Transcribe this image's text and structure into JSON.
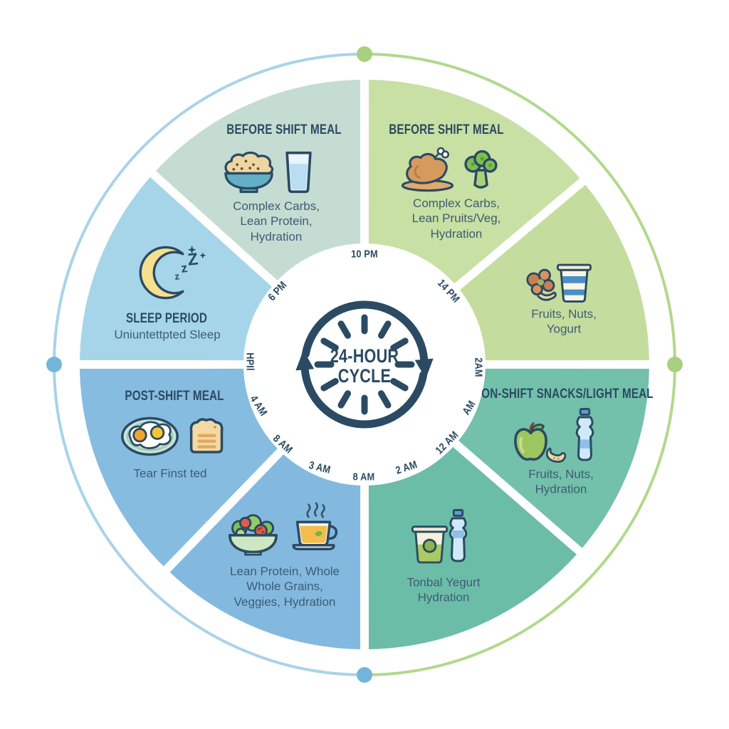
{
  "title_center": {
    "line1": "24-HOUR",
    "line2": "CYCLE"
  },
  "colors": {
    "navy": "#2b4a63",
    "body_text": "#3e5b74",
    "ring_left": "#a9d3e8",
    "ring_right": "#b3d88c",
    "dot_green": "#a7d17f",
    "dot_blue": "#74b5dc"
  },
  "center_icon": "clock-cycle-arrows-icon",
  "time_labels": [
    {
      "text": "10 PM"
    },
    {
      "text": "14 PM"
    },
    {
      "text": "2AM"
    },
    {
      "text": "AM"
    },
    {
      "text": "12 AM"
    },
    {
      "text": "2 AM"
    },
    {
      "text": "8 AM"
    },
    {
      "text": "3 AM"
    },
    {
      "text": "8 AM"
    },
    {
      "text": "4 AM"
    },
    {
      "text": "HPIl"
    },
    {
      "text": "6 PM"
    }
  ],
  "segments": [
    {
      "id": "before-shift-meal-left",
      "title": "BEFORE SHIFT MEAL",
      "description": [
        "Complex Carbs,",
        "Lean Protein,",
        "Hydration"
      ],
      "icons": [
        "oatmeal-bowl-icon",
        "water-glass-icon"
      ],
      "color": "#c5dcd2"
    },
    {
      "id": "before-shift-meal-right",
      "title": "BEFORE SHIFT MEAL",
      "description": [
        "Complex Carbs,",
        "Lean Pruits/Veg,",
        "Hydration"
      ],
      "icons": [
        "roast-turkey-icon",
        "broccoli-icon"
      ],
      "color": "#c8e0a4"
    },
    {
      "id": "snack-fruits-nuts-yogurt",
      "title": "",
      "description": [
        "Fruits, Nuts,",
        "Yogurt"
      ],
      "icons": [
        "nuts-icon",
        "striped-yogurt-icon"
      ],
      "color": "#c4dd9e"
    },
    {
      "id": "on-shift-snacks",
      "title": "ON-SHIFT SNACKS/LIGHT MEAL",
      "description": [
        "Fruits, Nuts,",
        "Hydration"
      ],
      "icons": [
        "apple-icon",
        "cashew-icon",
        "water-bottle-icon"
      ],
      "color": "#73c0ab"
    },
    {
      "id": "snack-yogurt-hydration",
      "title": "",
      "description": [
        "Tonbal Yegurt",
        "Hydration"
      ],
      "icons": [
        "yogurt-cup-icon",
        "water-bottle-icon"
      ],
      "color": "#6cbda8"
    },
    {
      "id": "recovery-meal",
      "title": "",
      "description": [
        "Lean Protein, Whole",
        "Whole Grains,",
        "Veggies, Hydration"
      ],
      "icons": [
        "salad-bowl-icon",
        "tea-cup-icon"
      ],
      "color": "#83b9de"
    },
    {
      "id": "post-shift-meal",
      "title": "POST-SHIFT MEAL",
      "description": [
        "Tear Finst ted"
      ],
      "icons": [
        "fried-eggs-icon",
        "toast-icon"
      ],
      "color": "#86bce0"
    },
    {
      "id": "sleep-period",
      "title": "SLEEP PERIOD",
      "description": [
        "Uniuntettpted Sleep"
      ],
      "icons": [
        "moon-icon"
      ],
      "color": "#a6d5e9"
    }
  ]
}
